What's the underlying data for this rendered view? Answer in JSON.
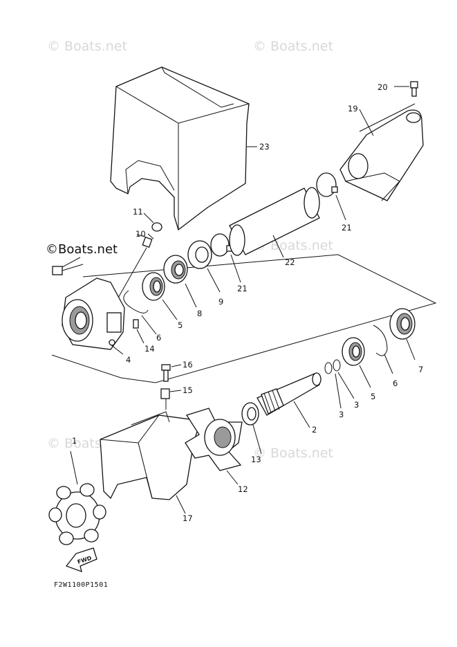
{
  "watermarks": {
    "faint": "© Boats.net",
    "bold": "©Boats.net"
  },
  "part_numbers": {
    "p1": "1",
    "p2": "2",
    "p3a": "3",
    "p3b": "3",
    "p4": "4",
    "p5a": "5",
    "p5b": "5",
    "p6a": "6",
    "p6b": "6",
    "p7": "7",
    "p8": "8",
    "p9": "9",
    "p10": "10",
    "p11": "11",
    "p12": "12",
    "p13": "13",
    "p14": "14",
    "p15": "15",
    "p16": "16",
    "p17": "17",
    "p19": "19",
    "p20": "20",
    "p21a": "21",
    "p21b": "21",
    "p22": "22",
    "p23": "23"
  },
  "fwd_label": "FWD",
  "drawing_code": "F2W1100P1501"
}
